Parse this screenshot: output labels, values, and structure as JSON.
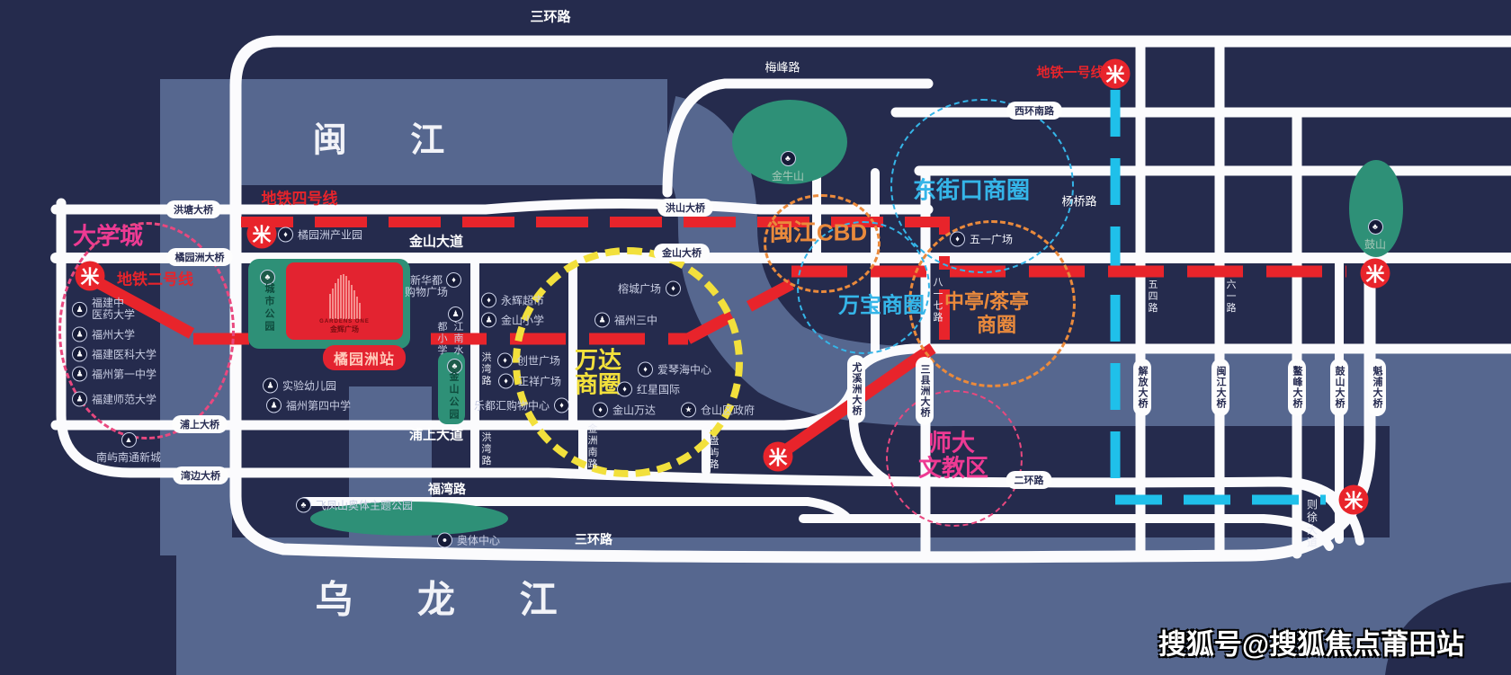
{
  "watermark": "搜狐号@搜狐焦点莆田站",
  "rivers": {
    "minjiang": "闽  江",
    "wulongjiang": "乌 龙 江"
  },
  "metro": {
    "line1_label": "地铁一号线",
    "line2_label": "地铁二号线",
    "line4_label": "地铁四号线",
    "station_label": "橘园洲站",
    "logo_glyph": "米"
  },
  "project": {
    "name_en": "GARDENS ONE",
    "name_zh": "金辉广场"
  },
  "areas": {
    "daxuecheng": "大学城",
    "dongjiekou": "东街口商圈",
    "wanbao": "万宝商圈",
    "minjiang_cbd": "闽江CBD",
    "zhongting_l1": "中亭/茶亭",
    "zhongting_l2": "商圈",
    "wanda_l1": "万达",
    "wanda_l2": "商圈",
    "shida_l1": "师大",
    "shida_l2": "文教区"
  },
  "ring_labels": {
    "sanhuan_top": "三环路",
    "sanhuan_bottom": "三环路"
  },
  "pills_h": [
    {
      "label": "洪塘大桥"
    },
    {
      "label": "橘园洲大桥"
    },
    {
      "label": "浦上大桥"
    },
    {
      "label": "湾边大桥"
    },
    {
      "label": "洪山大桥"
    },
    {
      "label": "金山大桥"
    },
    {
      "label": "西环南路"
    },
    {
      "label": "二环路"
    }
  ],
  "pills_v": [
    {
      "label": "尤溪洲大桥"
    },
    {
      "label": "三县洲大桥"
    },
    {
      "label": "解放大桥"
    },
    {
      "label": "闽江大桥"
    },
    {
      "label": "鳌峰大桥"
    },
    {
      "label": "鼓山大桥"
    },
    {
      "label": "魁浦大桥"
    }
  ],
  "road_labels": [
    {
      "label": "金山大道"
    },
    {
      "label": "浦上大道"
    },
    {
      "label": "福湾路"
    },
    {
      "label": "梅峰路"
    },
    {
      "label": "杨桥路"
    }
  ],
  "road_labels_v": [
    {
      "label": "八一七路"
    },
    {
      "label": "五四路"
    },
    {
      "label": "六一路"
    },
    {
      "label": "洪湾路"
    },
    {
      "label": "洪湾路"
    },
    {
      "label": "金洲南路"
    },
    {
      "label": "盘屿路"
    },
    {
      "label": "则徐大道"
    }
  ],
  "parks": {
    "chengshi": "城市公园",
    "jinshan": "金山公园"
  },
  "hills": [
    {
      "label": "金牛山",
      "glyph": "♣"
    },
    {
      "label": "鼓山",
      "glyph": "♣"
    }
  ],
  "school_cols": {
    "right": "江南水",
    "left": "都小学"
  },
  "pois": [
    {
      "l1": "福建中",
      "l2": "医药大学",
      "glyph": "♟"
    },
    {
      "l1": "福州大学",
      "l2": "",
      "glyph": "♟"
    },
    {
      "l1": "福建医科大学",
      "l2": "",
      "glyph": "♟"
    },
    {
      "l1": "福州第一中学",
      "l2": "",
      "glyph": "♟"
    },
    {
      "l1": "福建师范大学",
      "l2": "",
      "glyph": "♟"
    },
    {
      "l1": "南屿南通新城",
      "l2": "",
      "glyph": "▲"
    },
    {
      "l1": "橘园洲产业园",
      "l2": "",
      "glyph": "♦"
    },
    {
      "l1": "新华都",
      "l2": "购物广场",
      "glyph": "♦"
    },
    {
      "l1": "江南水都小学",
      "l2": "",
      "glyph": "♟"
    },
    {
      "l1": "永辉超市",
      "l2": "",
      "glyph": "♦"
    },
    {
      "l1": "金山小学",
      "l2": "",
      "glyph": "♟"
    },
    {
      "l1": "创世广场",
      "l2": "",
      "glyph": "♦"
    },
    {
      "l1": "正祥广场",
      "l2": "",
      "glyph": "♦"
    },
    {
      "l1": "乐都汇购物中心",
      "l2": "",
      "glyph": "♦"
    },
    {
      "l1": "榕城广场",
      "l2": "",
      "glyph": "♦"
    },
    {
      "l1": "福州三中",
      "l2": "",
      "glyph": "♟"
    },
    {
      "l1": "爱琴海中心",
      "l2": "",
      "glyph": "♦"
    },
    {
      "l1": "红星国际",
      "l2": "",
      "glyph": "♦"
    },
    {
      "l1": "金山万达",
      "l2": "",
      "glyph": "♦"
    },
    {
      "l1": "仓山区政府",
      "l2": "",
      "glyph": "★"
    },
    {
      "l1": "实验幼儿园",
      "l2": "",
      "glyph": "♟"
    },
    {
      "l1": "福州第四中学",
      "l2": "",
      "glyph": "♟"
    },
    {
      "l1": "飞凤山奥体主题公园",
      "l2": "",
      "glyph": "♣"
    },
    {
      "l1": "奥体中心",
      "l2": "",
      "glyph": "●"
    },
    {
      "l1": "五一广场",
      "l2": "",
      "glyph": "♦"
    }
  ],
  "colors": {
    "background": "#252b4d",
    "water": "#56678f",
    "park_green": "#2e9077",
    "road_white": "#fbfbfd",
    "metro_red": "#e8242b",
    "line1_cyan": "#1fc0ea",
    "wanda_yellow": "#f2e03c",
    "cbd_orange": "#ea8a3c",
    "biz_blue": "#35b5e8",
    "pink": "#ee3a93"
  }
}
